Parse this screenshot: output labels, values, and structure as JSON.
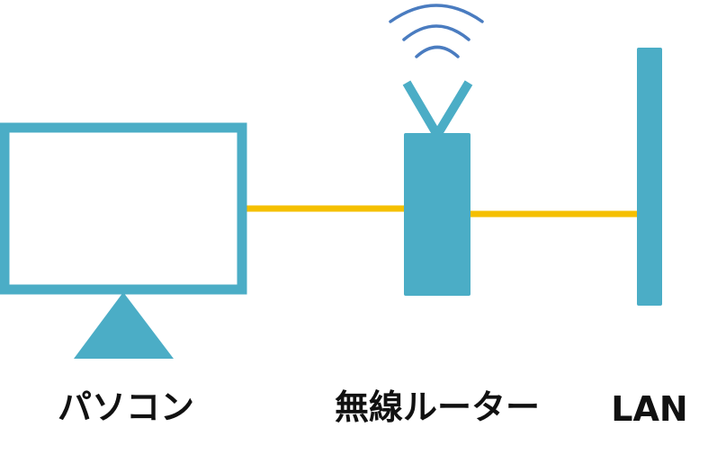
{
  "labels": {
    "pc": "パソコン",
    "router": "無線ルーター",
    "lan": "LAN"
  },
  "colors": {
    "device": "#4badc6",
    "cable": "#f5c000",
    "wifi": "#4a7cc0",
    "text": "#111111",
    "screen": "#ffffff"
  },
  "icons": {
    "pc": "monitor-icon",
    "router": "wireless-router-icon",
    "wifi": "wifi-signal-icon",
    "lan": "lan-bar-icon"
  }
}
